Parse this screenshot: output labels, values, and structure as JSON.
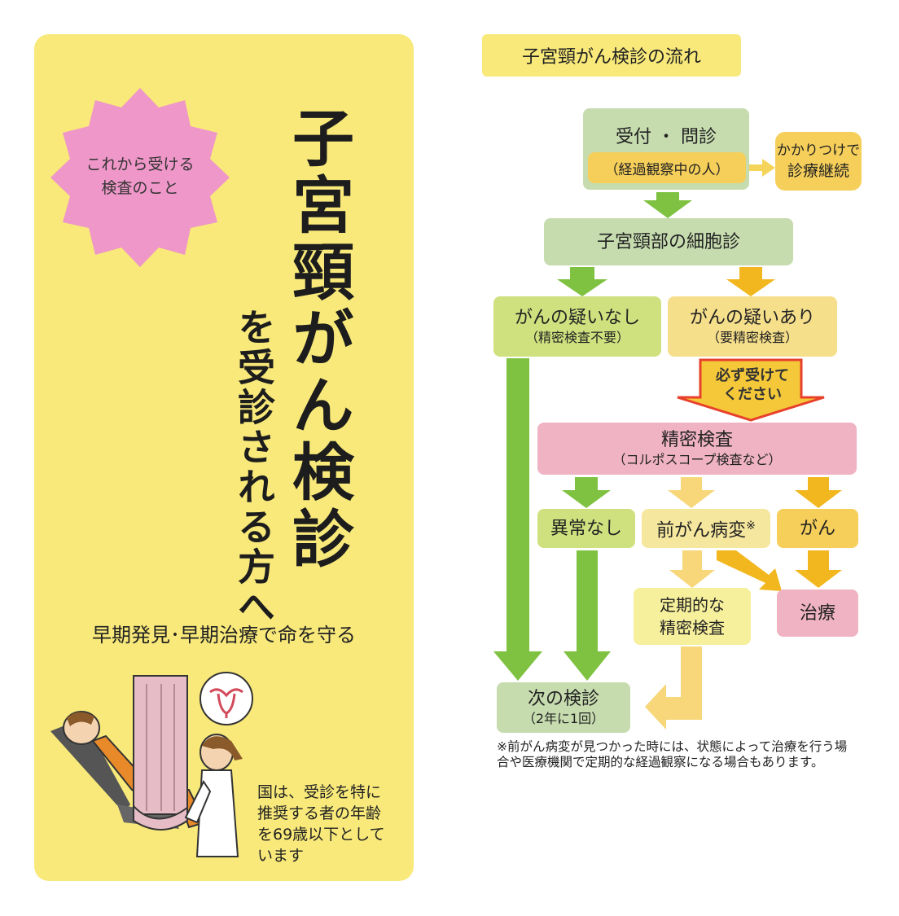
{
  "leaflet": {
    "badge_lines": [
      "これから受ける",
      "検査のこと"
    ],
    "title_main": "子宮頸がん検診",
    "title_sub": "を受診される方へ",
    "slogan": "早期発見･早期治療で命を守る",
    "note_lines": [
      "国は、受診を特に",
      "推奨する者の年齢",
      "を69歳以下として",
      "います"
    ]
  },
  "flowchart": {
    "title": "子宮頸がん検診の流れ",
    "reception": "受付 ・ 問診",
    "observation": "（経過観察中の人）",
    "doctor_lines": [
      "かかりつけで",
      "診療継続"
    ],
    "cytology": "子宮頸部の細胞診",
    "no_suspect": {
      "main": "がんの疑いなし",
      "sub": "（精密検査不要）"
    },
    "suspect": {
      "main": "がんの疑いあり",
      "sub": "（要精密検査）"
    },
    "must_lines": [
      "必ず受けて",
      "ください"
    ],
    "detail": {
      "main": "精密検査",
      "sub": "（コルポスコープ検査など）"
    },
    "normal": "異常なし",
    "precancer": "前がん病変",
    "precancer_mark": "※",
    "cancer": "がん",
    "periodic_lines": [
      "定期的な",
      "精密検査"
    ],
    "treatment": "治療",
    "next": {
      "main": "次の検診",
      "sub": "（2年に1回）"
    },
    "footnote": "※前がん病変が見つかった時には、状態によって治療を行う場合や医療機関で定期的な経過観察になる場合もあります。"
  },
  "colors": {
    "panel_yellow": "#f8e97a",
    "badge_pink": "#ee97c8",
    "green_box": "#c6dcaf",
    "green_arrow": "#7fc241",
    "orange_arrow": "#f2b71e",
    "pink_box": "#efb3c3",
    "must_arrow_border": "#e8412b"
  }
}
